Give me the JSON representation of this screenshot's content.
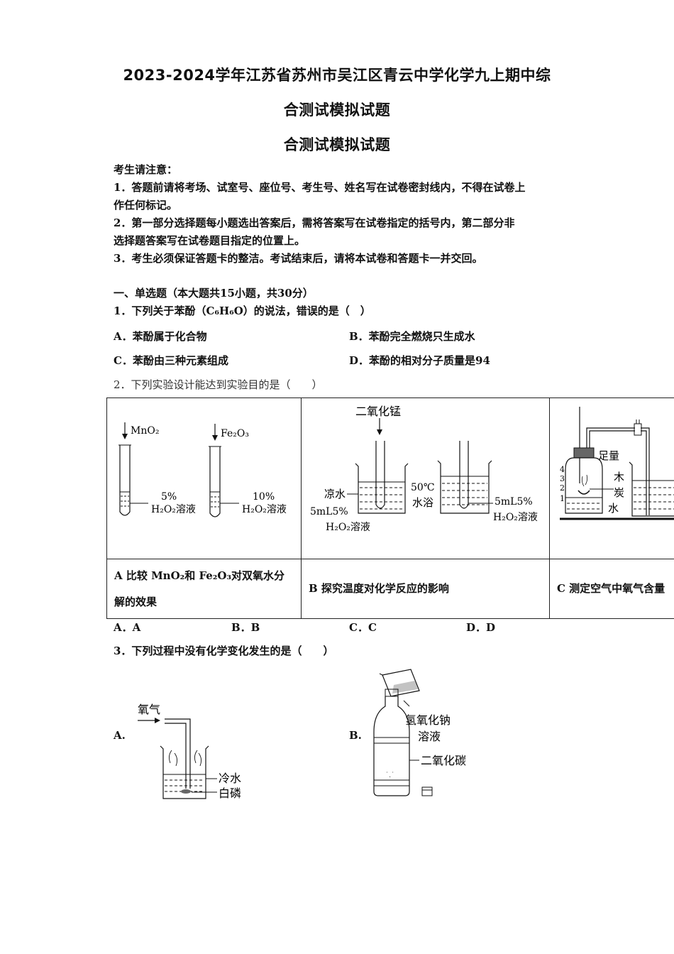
{
  "title": {
    "line1": "2023-2024学年江苏省苏州市吴江区青云中学化学九上期中综",
    "line2": "合测试模拟试题",
    "line3": "合测试模拟试题"
  },
  "notice": {
    "heading": "考生请注意：",
    "items": [
      "1．答题前请将考场、试室号、座位号、考生号、姓名写在试卷密封线内，不得在试卷上",
      "作任何标记。",
      "2．第一部分选择题每小题选出答案后，需将答案写在试卷指定的括号内，第二部分非",
      "选择题答案写在试卷题目指定的位置上。",
      "3．考生必须保证答题卡的整洁。考试结束后，请将本试卷和答题卡一并交回。"
    ]
  },
  "section1": {
    "heading": "一、单选题（本大题共15小题，共30分）"
  },
  "q1": {
    "stem": "1．下列关于苯酚（C₆H₆O）的说法，错误的是（　）",
    "options": [
      "A．苯酚属于化合物",
      "B．苯酚完全燃烧只生成水",
      "C．苯酚由三种元素组成",
      "D．苯酚的相对分子质量是94"
    ]
  },
  "q2": {
    "stem": "2．下列实验设计能达到实验目的是（　　）",
    "figA": {
      "mno2": "MnO₂",
      "fe2o3": "Fe₂O₃",
      "conc1": "5%",
      "sol1": "H₂O₂溶液",
      "conc2": "10%",
      "sol2": "H₂O₂溶液"
    },
    "figB": {
      "reagent": "二氧化锰",
      "cold": "凉水",
      "vol1": "5mL5%",
      "sol1": "H₂O₂溶液",
      "temp": "50℃",
      "bath": "水浴",
      "vol2": "5mL5%",
      "sol2": "H₂O₂溶液"
    },
    "figC": {
      "enough": "足量",
      "char1": "木",
      "char2": "炭",
      "water": "水",
      "t4": "4",
      "t3": "3",
      "t2": "2",
      "t1": "1"
    },
    "captions": {
      "a1": "A 比较 MnO₂和 Fe₂O₃对双氧水分",
      "a2": "解的效果",
      "b": "B 探究温度对化学反应的影响",
      "c": "C 测定空气中氧气含量"
    },
    "options": [
      "A．A",
      "B．B",
      "C．C",
      "D．D"
    ]
  },
  "q3": {
    "stem": "3．下列过程中没有化学变化发生的是（　　）",
    "optA": "A.",
    "optB": "B.",
    "figA": {
      "gas": "氧气",
      "cold": "冷水",
      "phos": "白磷"
    },
    "figB": {
      "naoh1": "氢氧化钠",
      "naoh2": "溶液",
      "co2": "二氧化碳"
    }
  }
}
